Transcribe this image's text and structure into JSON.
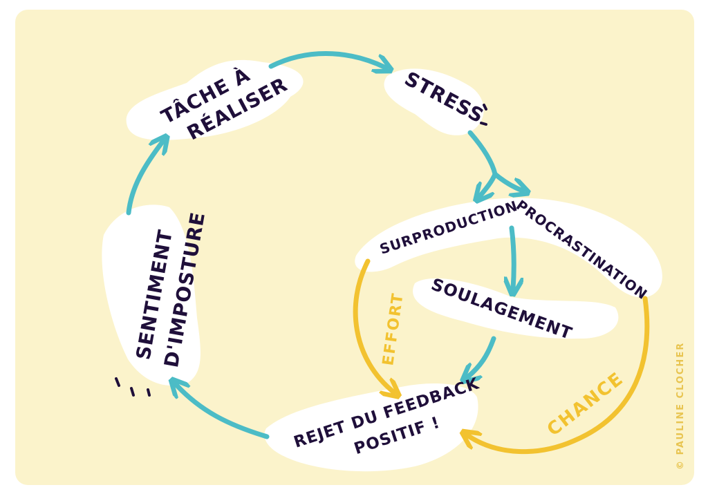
{
  "diagram": {
    "colors": {
      "background": "#fbf3cb",
      "blob": "#ffffff",
      "ink": "#1f0f3a",
      "teal": "#4cbcc6",
      "yellow": "#f2c230"
    },
    "nodes": {
      "tache": {
        "line1": "TÂCHE À",
        "line2": "RÉALISER"
      },
      "stress": {
        "label": "STRESS"
      },
      "surproduction": {
        "label": "SURPRODUCTION"
      },
      "procrastination": {
        "label": "PROCRASTINATION"
      },
      "soulagement": {
        "label": "SOULAGEMENT"
      },
      "rejet": {
        "line1": "REJET DU FEEDBACK",
        "line2": "POSITIF !"
      },
      "sentiment": {
        "line1": "SENTIMENT",
        "line2": "D'IMPOSTURE"
      }
    },
    "edge_labels": {
      "effort": "EFFORT",
      "chance": "CHANCE"
    },
    "credit": "© PAULINE CLOCHER"
  }
}
